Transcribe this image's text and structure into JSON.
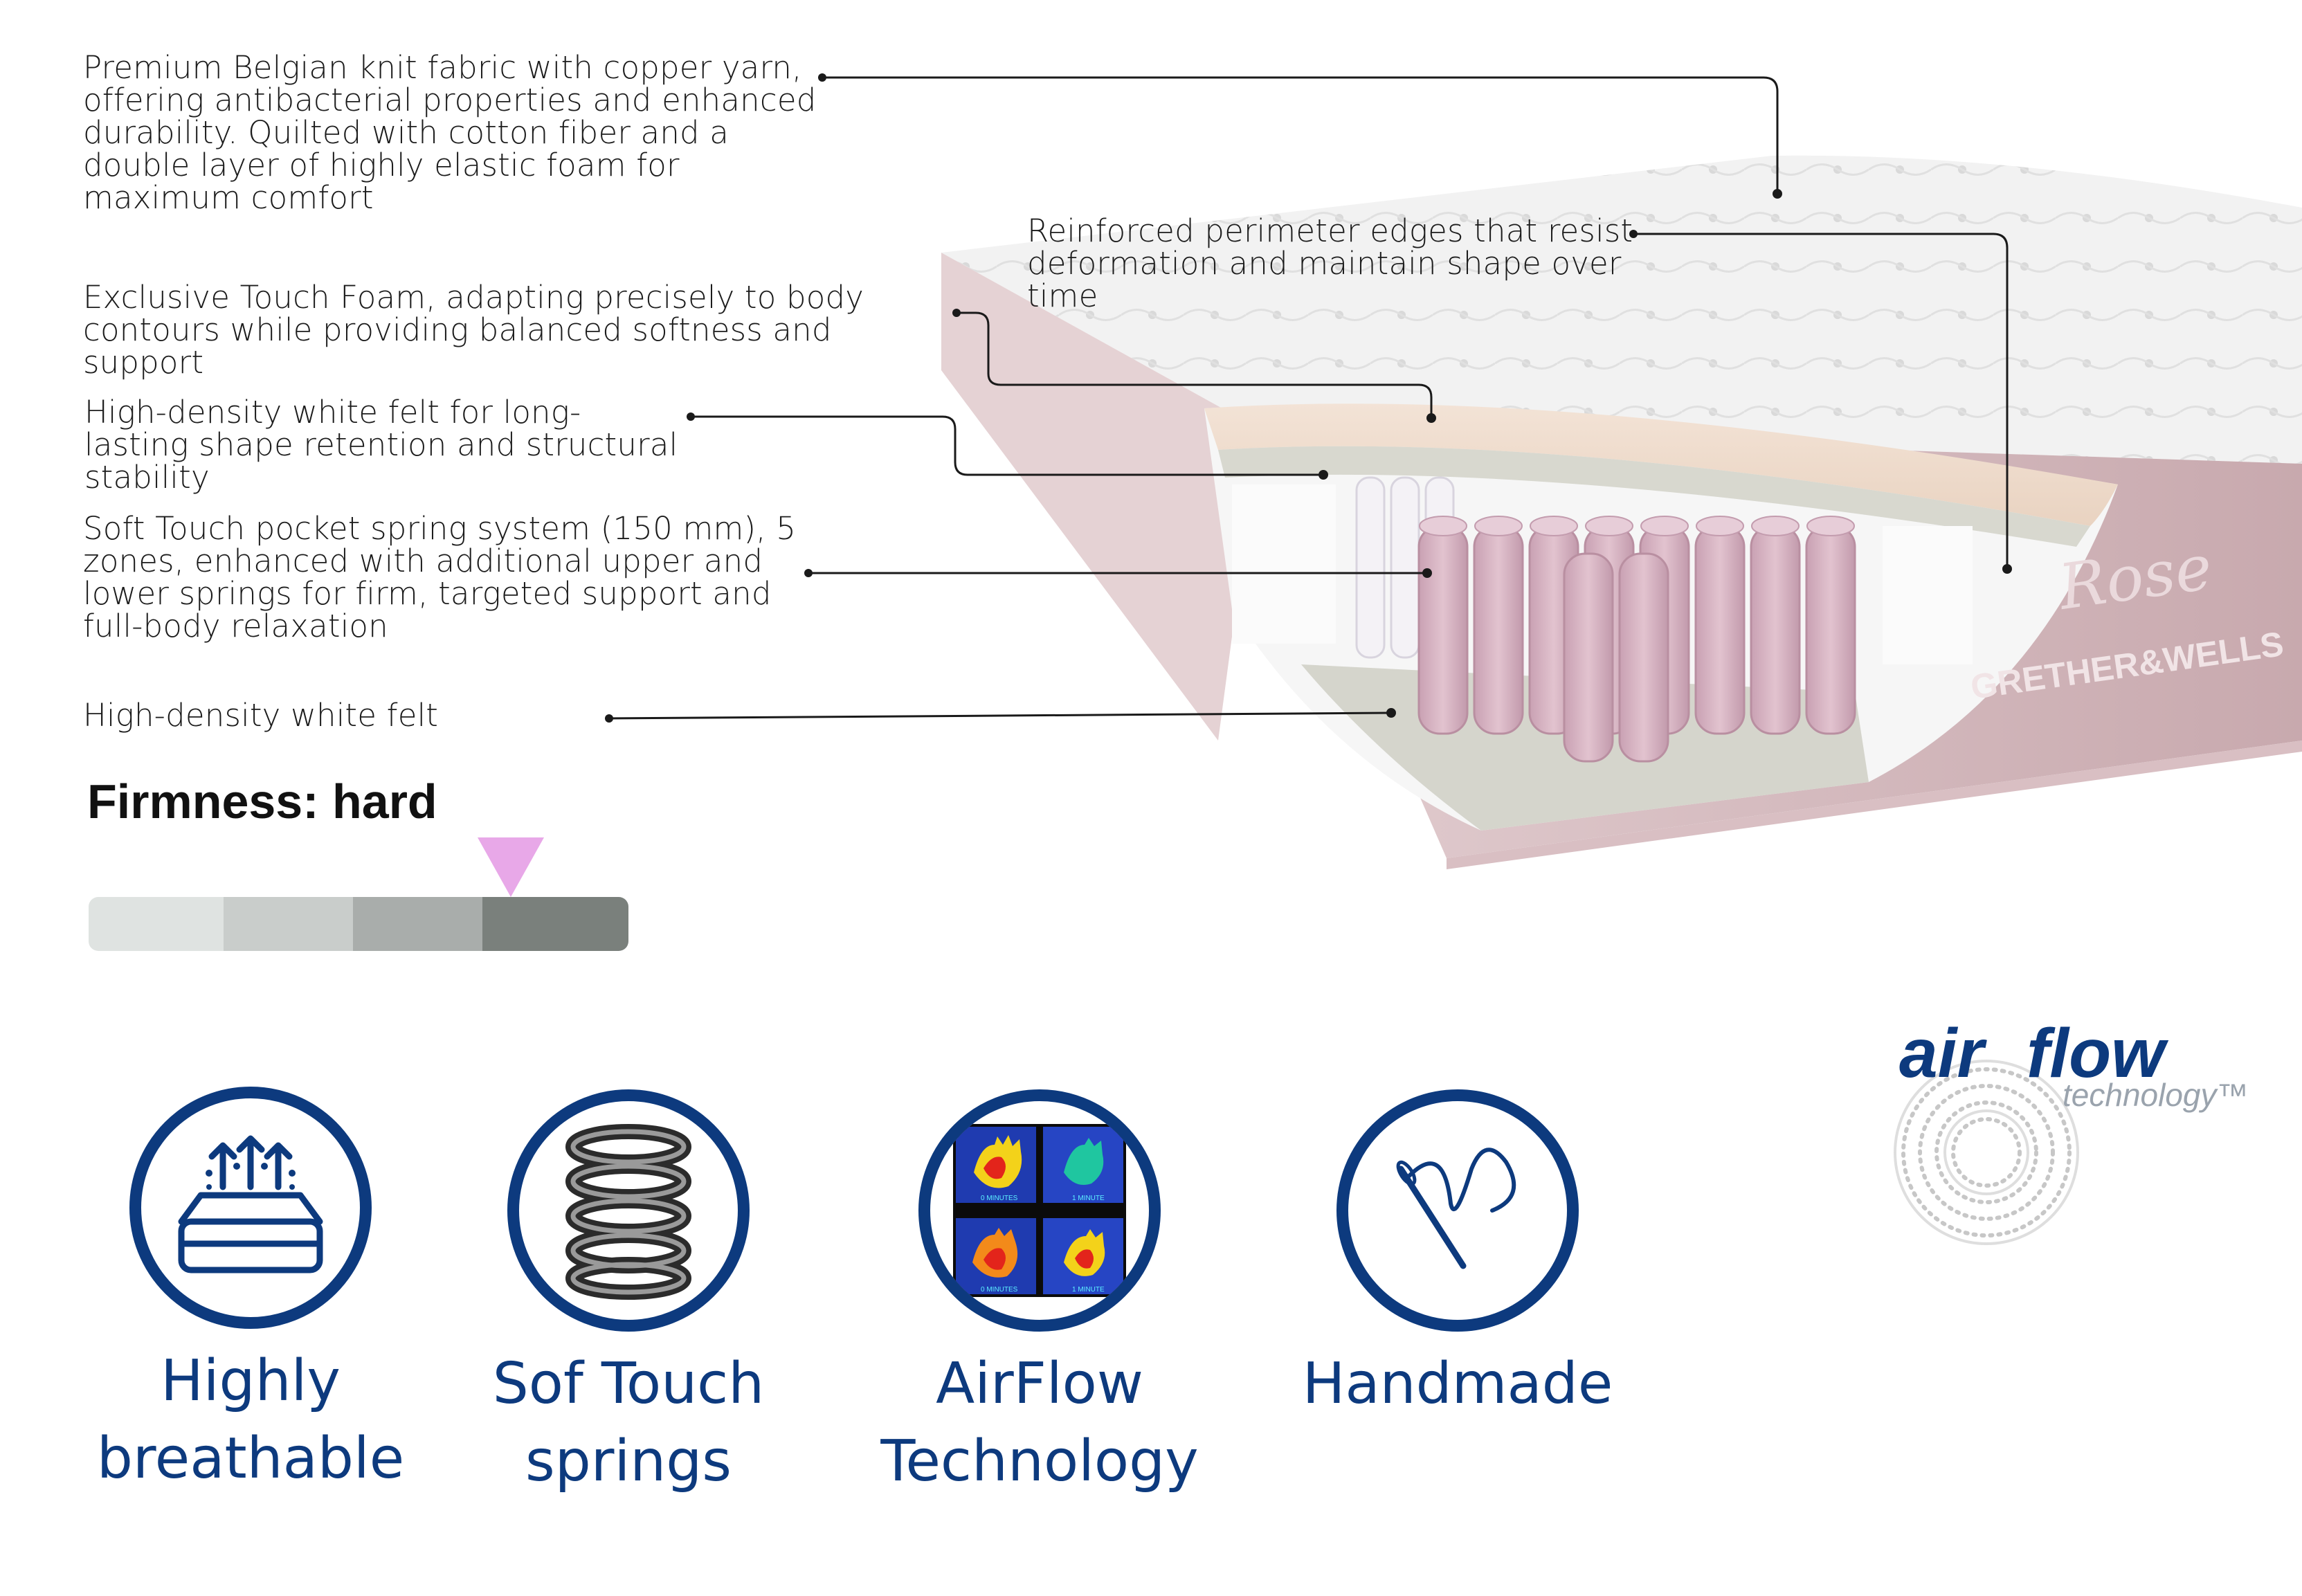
{
  "callouts": [
    {
      "id": "cover",
      "text": "Premium Belgian knit fabric with copper yarn, offering antibacterial properties and enhanced durability. Quilted with cotton fiber and a double layer of highly elastic foam for maximum comfort"
    },
    {
      "id": "perimeter",
      "text": "Reinforced perimeter edges that resist deformation and maintain shape over time"
    },
    {
      "id": "touch-foam",
      "text": "Exclusive Touch Foam, adapting precisely to body contours while providing balanced softness and support"
    },
    {
      "id": "felt-top",
      "text": "High-density white felt for long-lasting shape retention and structural stability"
    },
    {
      "id": "springs",
      "text": "Soft Touch pocket spring system (150 mm), 5 zones, enhanced with additional upper and lower springs for firm, targeted support and full-body relaxation"
    },
    {
      "id": "felt-bottom",
      "text": "High-density white felt"
    }
  ],
  "product": {
    "model": "Rose",
    "brand": "GRETHER&WELLS"
  },
  "firmness": {
    "title": "Firmness: hard",
    "level": 4,
    "levels": 4,
    "segment_colors": [
      "#dfe3e1",
      "#c9cdcb",
      "#a9adab",
      "#7a807c"
    ],
    "pointer_color": "#e8a8e8"
  },
  "features": [
    {
      "icon": "breathable-mattress-icon",
      "label_line1": "Highly",
      "label_line2": "breathable"
    },
    {
      "icon": "spring-coil-icon",
      "label_line1": "Sof Touch",
      "label_line2": "springs"
    },
    {
      "icon": "thermal-hand-imaging-icon",
      "label_line1": "AirFlow",
      "label_line2": "Technology"
    },
    {
      "icon": "needle-thread-icon",
      "label_line1": "Handmade",
      "label_line2": ""
    }
  ],
  "thermal_panels": [
    "0 MINUTES",
    "1 MINUTE",
    "0 MINUTES",
    "1 MINUTE"
  ],
  "airflow_logo": {
    "word1": "air",
    "word2": "flow",
    "sub": "technology™"
  },
  "colors": {
    "accent_blue": "#0d3a7e",
    "mattress_pink": "#cfb3b8",
    "spring_pink": "#d7b3c1"
  }
}
